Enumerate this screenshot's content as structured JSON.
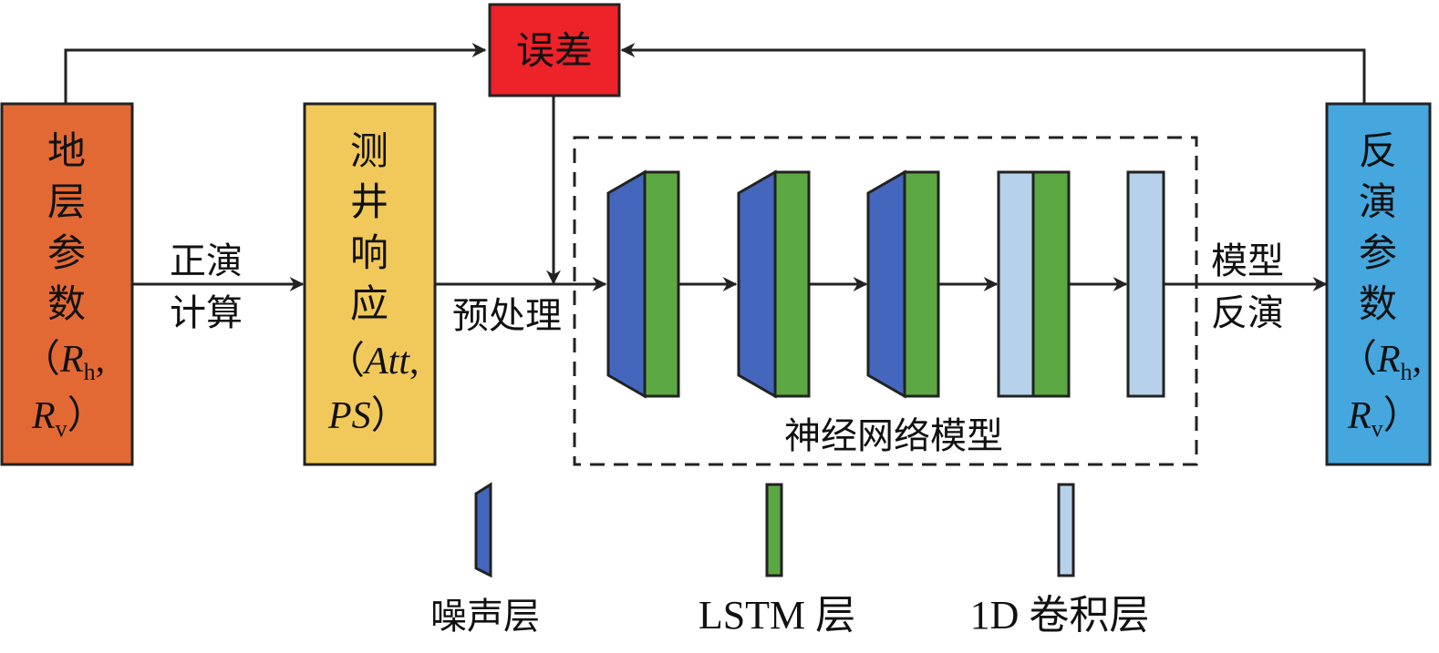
{
  "colors": {
    "strata_box": "#E36934",
    "log_box": "#F1C95A",
    "error_box": "#EE2229",
    "inverse_box": "#45A7DE",
    "noise_layer": "#4467BD",
    "lstm_layer": "#5CA842",
    "conv_layer": "#B6D2EA",
    "line": "#222222"
  },
  "boxes": {
    "strata": {
      "lines": [
        "地",
        "层",
        "参",
        "数"
      ],
      "params_open": "（",
      "param1": "R",
      "param1_sub": "h",
      "param_sep": ",",
      "param2": "R",
      "param2_sub": "v",
      "params_close": "）"
    },
    "log": {
      "lines": [
        "测",
        "井",
        "响",
        "应"
      ],
      "params_open": "（",
      "param1": "Att",
      "param_sep": ",",
      "param2": "PS",
      "params_close": "）"
    },
    "error": {
      "label": "误差"
    },
    "inverse": {
      "lines": [
        "反",
        "演",
        "参",
        "数"
      ],
      "params_open": "（",
      "param1": "R",
      "param1_sub": "h",
      "param_sep": ",",
      "param2": "R",
      "param2_sub": "v",
      "params_close": "）"
    }
  },
  "edge_labels": {
    "forward_line1": "正演",
    "forward_line2": "计算",
    "preprocess": "预处理",
    "inversion_line1": "模型",
    "inversion_line2": "反演"
  },
  "model": {
    "label": "神经网络模型"
  },
  "legend": {
    "noise": "噪声层",
    "lstm": "LSTM 层",
    "conv": "1D 卷积层"
  }
}
